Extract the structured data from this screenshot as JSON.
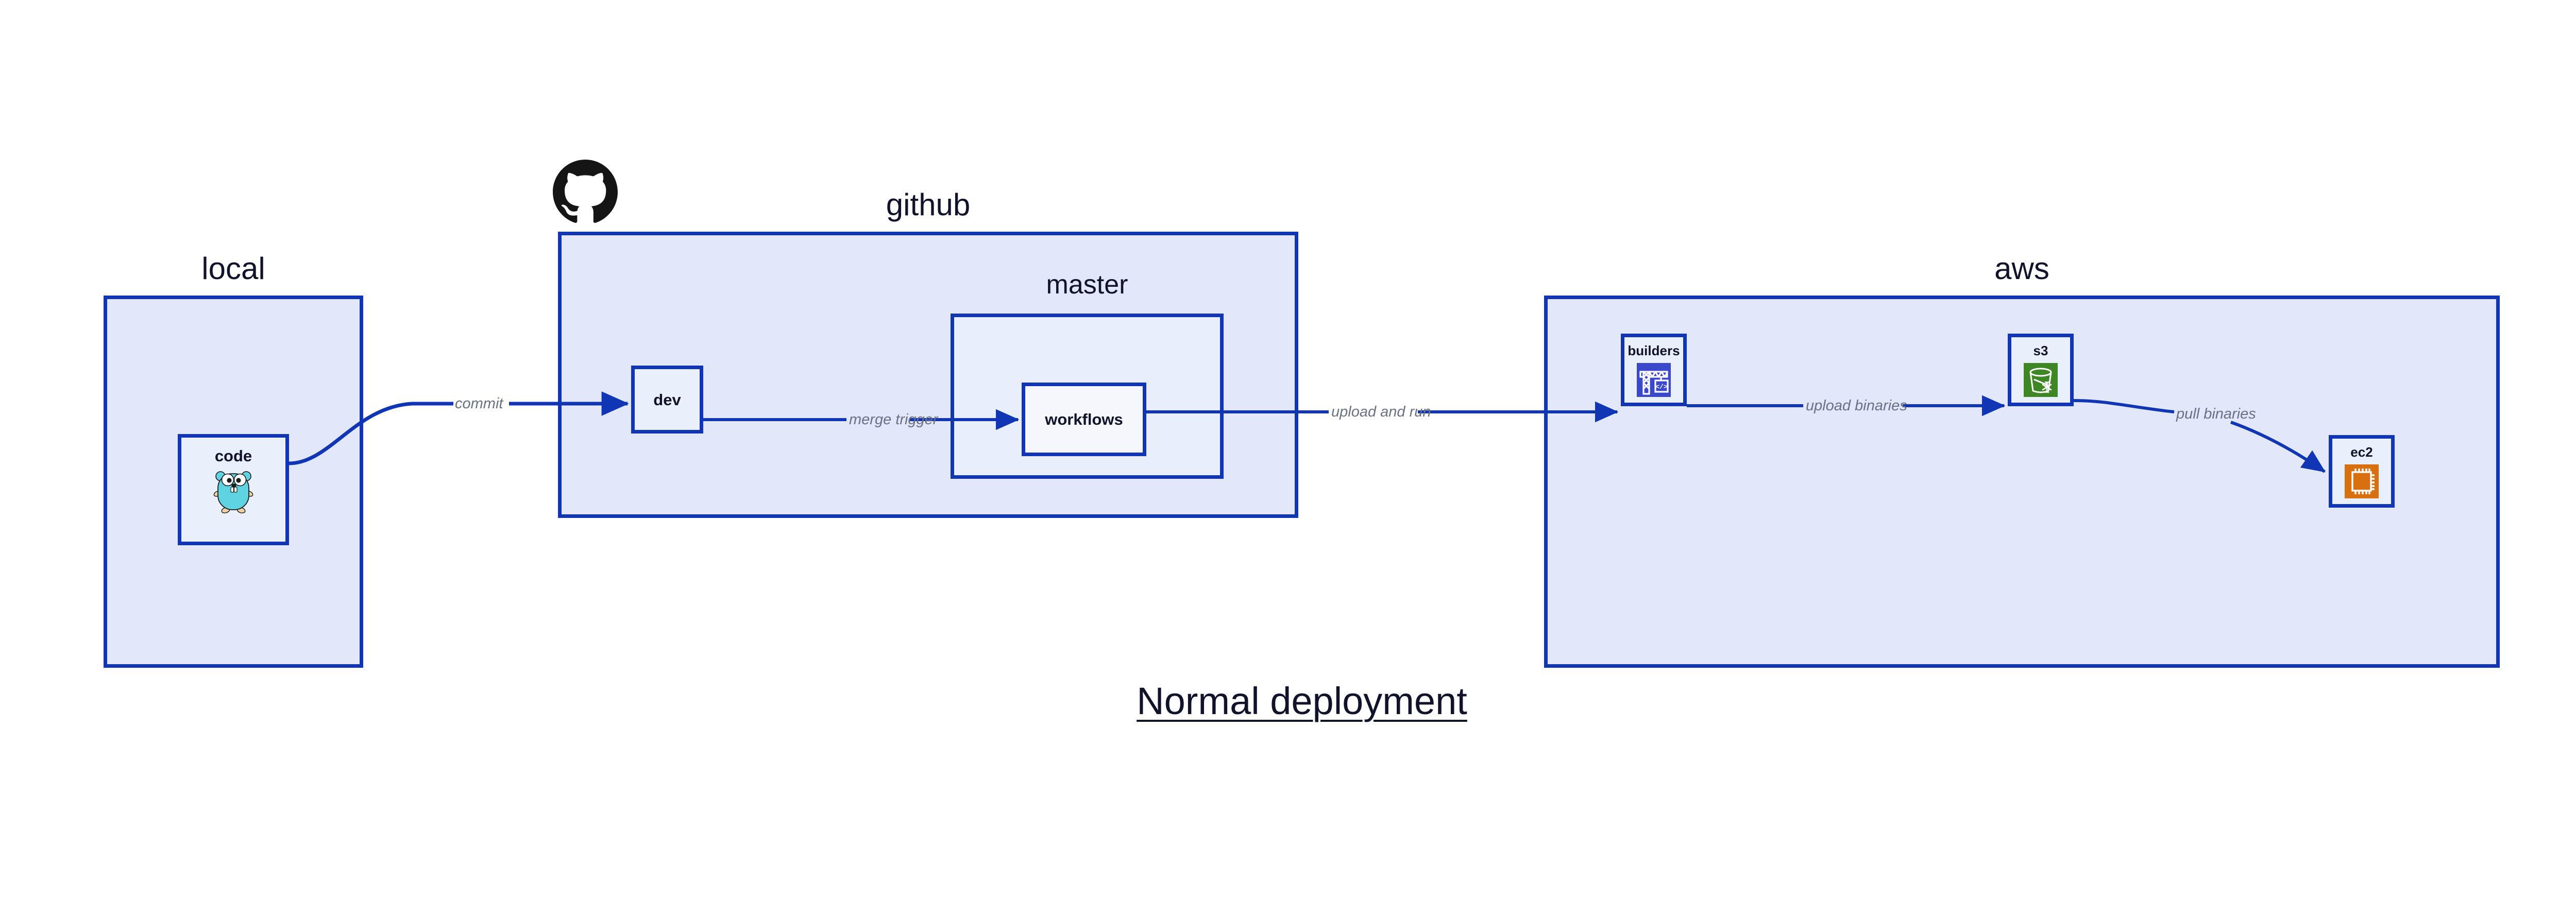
{
  "title": "Normal deployment",
  "theme": {
    "page_background": "#ffffff",
    "container_fill": "#e2e7fa",
    "container_inner_fill": "#e9eefc",
    "node_fill": "#eaeffc",
    "node_light_fill": "#f5f7fd",
    "stroke": "#1035b5",
    "label_color": "#11132b",
    "edge_label_color": "#6b7184",
    "github_black": "#151515",
    "gopher_cyan": "#5fd3e2",
    "gopher_tan": "#efd0a4",
    "aws_builders_blue": "#3b48cc",
    "aws_s3_green": "#3f8624",
    "aws_ec2_orange": "#d9700f"
  },
  "containers": [
    {
      "id": "local",
      "label": "local"
    },
    {
      "id": "github",
      "label": "github"
    },
    {
      "id": "master",
      "label": "master"
    },
    {
      "id": "aws",
      "label": "aws"
    }
  ],
  "nodes": [
    {
      "id": "code",
      "label": "code",
      "icon": "go-gopher-icon"
    },
    {
      "id": "dev",
      "label": "dev",
      "icon": "none"
    },
    {
      "id": "workflows",
      "label": "workflows",
      "icon": "none"
    },
    {
      "id": "builders",
      "label": "builders",
      "icon": "aws-codebuild-crane-icon"
    },
    {
      "id": "s3",
      "label": "s3",
      "icon": "aws-s3-bucket-icon"
    },
    {
      "id": "ec2",
      "label": "ec2",
      "icon": "aws-ec2-chip-icon"
    }
  ],
  "edges": [
    {
      "id": "commit",
      "from": "code",
      "to": "dev",
      "label": "commit"
    },
    {
      "id": "merge-trigger",
      "from": "dev",
      "to": "workflows",
      "label": "merge trigger"
    },
    {
      "id": "upload-and-run",
      "from": "workflows",
      "to": "builders",
      "label": "upload and run"
    },
    {
      "id": "upload-binaries",
      "from": "builders",
      "to": "s3",
      "label": "upload binaries"
    },
    {
      "id": "pull-binaries",
      "from": "s3",
      "to": "ec2",
      "label": "pull binaries"
    }
  ],
  "logos": [
    {
      "id": "github-mark",
      "name": "github-octocat-logo"
    }
  ]
}
